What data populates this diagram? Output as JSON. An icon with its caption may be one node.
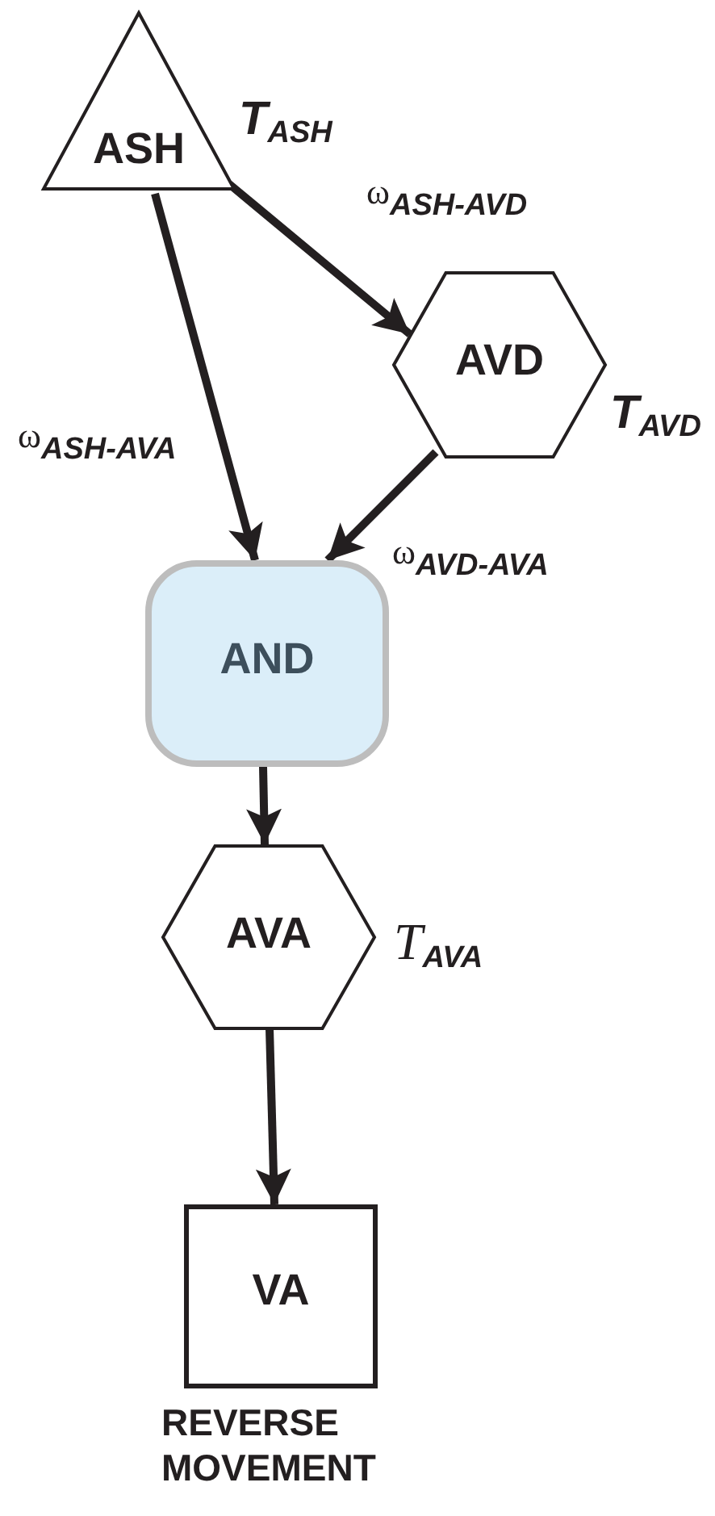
{
  "diagram": {
    "nodes": [
      {
        "text": [
          "ASH"
        ],
        "beside": [
          "T$_{ASH}$"
        ]
      },
      {
        "text": [
          "AVD"
        ],
        "beside": [
          "T$_{AVD}$"
        ]
      },
      {
        "text": [
          "AND"
        ]
      },
      {
        "text": [
          "AVA"
        ],
        "beside": [
          "T$_{AVA}$"
        ]
      },
      {
        "text": [
          "VA"
        ],
        "beside": [
          "REVERSE MOVEMENT"
        ]
      }
    ],
    "edges": [
      {
        "from": 0,
        "to": 1,
        "arrow": "to",
        "label": "ω$_{ASH-AVD}$"
      },
      {
        "from": 0,
        "to": 2,
        "arrow": "to",
        "label": "ω$_{ASH-AVA}$"
      },
      {
        "from": 1,
        "to": 2,
        "arrow": "to",
        "label": "ω$_{AVD-AVA}$"
      },
      {
        "from": 2,
        "to": 3,
        "arrow": "to"
      },
      {
        "from": 3,
        "to": 4,
        "arrow": "to"
      }
    ]
  }
}
